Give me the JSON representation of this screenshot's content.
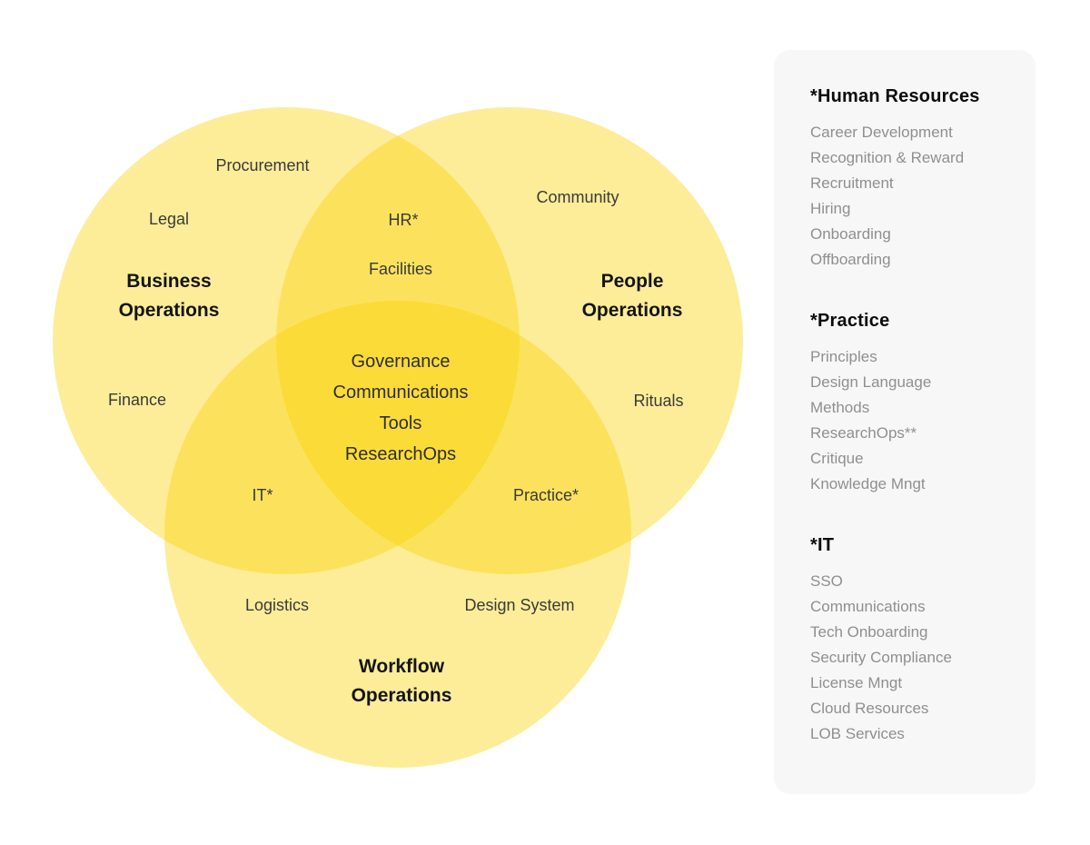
{
  "venn": {
    "labels": {
      "procurement": "Procurement",
      "legal": "Legal",
      "business_operations": "Business\nOperations",
      "finance": "Finance",
      "hr": "HR*",
      "facilities": "Facilities",
      "community": "Community",
      "people_operations": "People\nOperations",
      "rituals": "Rituals",
      "center": "Governance\nCommunications\nTools\nResearchOps",
      "it": "IT*",
      "practice": "Practice*",
      "logistics": "Logistics",
      "design_system": "Design System",
      "workflow_operations": "Workflow\nOperations"
    },
    "colors": {
      "circle_fill": "rgba(250, 211, 0, 0.40)",
      "single_region": "#FDED99",
      "double_overlap": "#FCE35C",
      "triple_overlap": "#FBDC37"
    }
  },
  "legend": {
    "background": "#f7f7f7",
    "sections": [
      {
        "title": "*Human Resources",
        "items": [
          "Career Development",
          "Recognition & Reward",
          "Recruitment",
          "Hiring",
          "Onboarding",
          "Offboarding"
        ]
      },
      {
        "title": "*Practice",
        "items": [
          "Principles",
          "Design Language",
          "Methods",
          "ResearchOps**",
          "Critique",
          "Knowledge Mngt"
        ]
      },
      {
        "title": "*IT",
        "items": [
          "SSO",
          "Communications",
          "Tech Onboarding",
          "Security Compliance",
          "License Mngt",
          "Cloud Resources",
          "LOB Services"
        ]
      }
    ]
  }
}
